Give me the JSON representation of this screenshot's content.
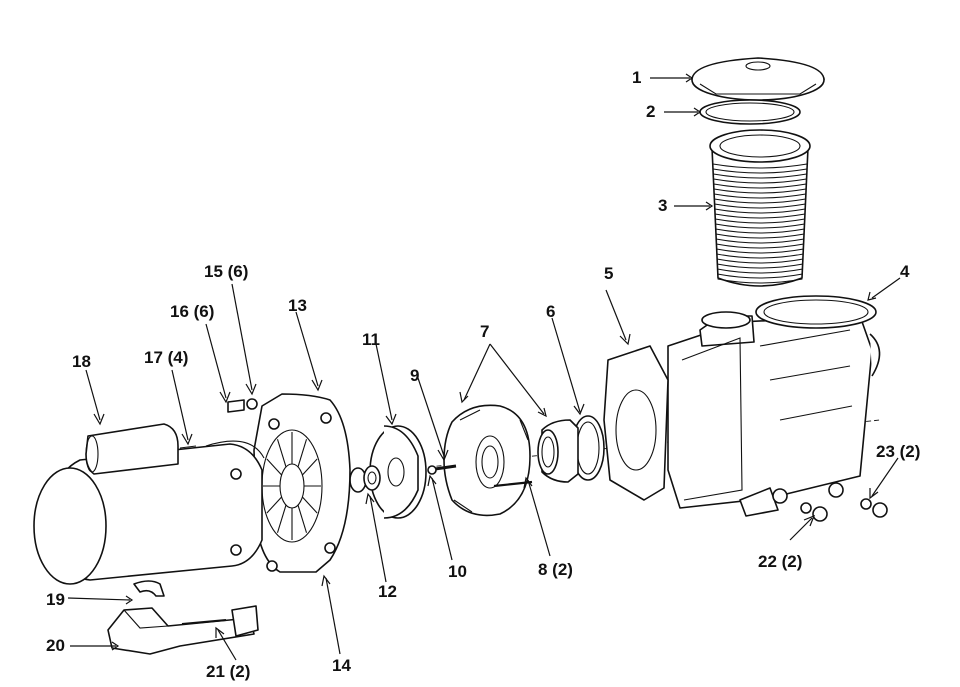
{
  "diagram": {
    "type": "exploded-parts-view",
    "callouts": [
      {
        "id": "c1",
        "label": "1"
      },
      {
        "id": "c2",
        "label": "2"
      },
      {
        "id": "c3",
        "label": "3"
      },
      {
        "id": "c4",
        "label": "4"
      },
      {
        "id": "c5",
        "label": "5"
      },
      {
        "id": "c6",
        "label": "6"
      },
      {
        "id": "c7",
        "label": "7"
      },
      {
        "id": "c8",
        "label": "8 (2)"
      },
      {
        "id": "c9",
        "label": "9"
      },
      {
        "id": "c10",
        "label": "10"
      },
      {
        "id": "c11",
        "label": "11"
      },
      {
        "id": "c12",
        "label": "12"
      },
      {
        "id": "c13",
        "label": "13"
      },
      {
        "id": "c14",
        "label": "14"
      },
      {
        "id": "c15",
        "label": "15 (6)"
      },
      {
        "id": "c16",
        "label": "16 (6)"
      },
      {
        "id": "c17",
        "label": "17 (4)"
      },
      {
        "id": "c18",
        "label": "18"
      },
      {
        "id": "c19",
        "label": "19"
      },
      {
        "id": "c20",
        "label": "20"
      },
      {
        "id": "c21",
        "label": "21 (2)"
      },
      {
        "id": "c22",
        "label": "22 (2)"
      },
      {
        "id": "c23",
        "label": "23 (2)"
      }
    ]
  }
}
